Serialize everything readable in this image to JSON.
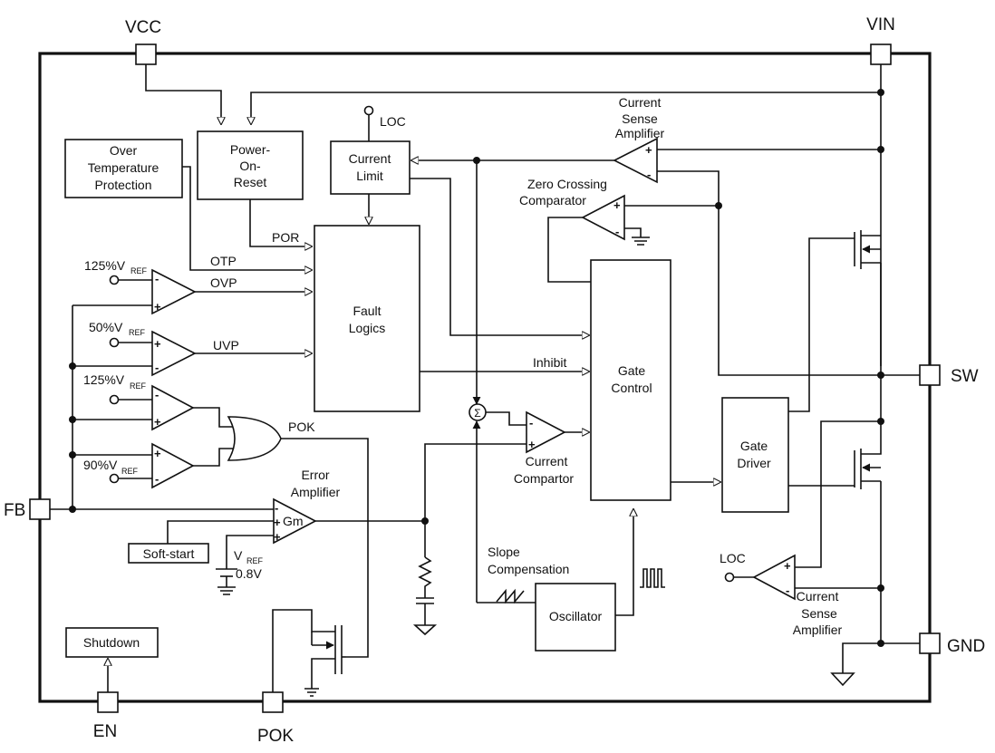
{
  "pins": {
    "vcc": "VCC",
    "vin": "VIN",
    "sw": "SW",
    "gnd": "GND",
    "fb": "FB",
    "en": "EN",
    "pok": "POK"
  },
  "blocks": {
    "otp_lines": [
      "Over",
      "Temperature",
      "Protection"
    ],
    "por_lines": [
      "Power-",
      "On-",
      "Reset"
    ],
    "current_limit_lines": [
      "Current",
      "Limit"
    ],
    "fault_lines": [
      "Fault",
      "Logics"
    ],
    "gate_control_lines": [
      "Gate",
      "Control"
    ],
    "gate_driver_lines": [
      "Gate",
      "Driver"
    ],
    "oscillator": "Oscillator",
    "soft_start": "Soft-start",
    "shutdown": "Shutdown"
  },
  "labels": {
    "loc_top": "LOC",
    "loc_bottom": "LOC",
    "csa_top_lines": [
      "Current",
      "Sense",
      "Amplifier"
    ],
    "csa_bottom_lines": [
      "Current",
      "Sense",
      "Amplifier"
    ],
    "zcc_lines": [
      "Zero Crossing",
      "Comparator"
    ],
    "error_amp_lines": [
      "Error",
      "Amplifier"
    ],
    "current_comp_lines": [
      "Current",
      "Compartor"
    ],
    "slope_lines": [
      "Slope",
      "Compensation"
    ],
    "gm": "Gm",
    "vref_main": "V",
    "vref_sub": "REF",
    "vref_value": "0.8V"
  },
  "signals": {
    "por": "POR",
    "otp": "OTP",
    "ovp": "OVP",
    "uvp": "UVP",
    "pok": "POK",
    "inhibit": "Inhibit"
  },
  "thresholds": {
    "ovp": {
      "value": "125%V",
      "sub": "REF"
    },
    "uvp": {
      "value": "50%V",
      "sub": "REF"
    },
    "pok_high": {
      "value": "125%V",
      "sub": "REF"
    },
    "pok_low": {
      "value": "90%V",
      "sub": "REF"
    }
  }
}
